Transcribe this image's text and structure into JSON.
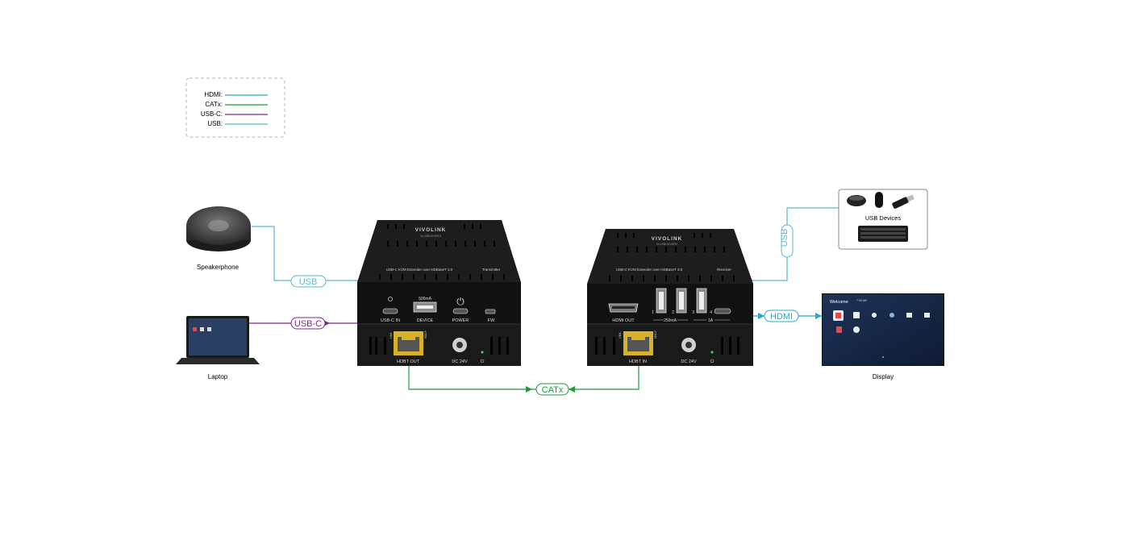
{
  "legend": {
    "items": [
      {
        "label": "HDMI:",
        "color": "#2aa8c7"
      },
      {
        "label": "CATx:",
        "color": "#1d9a3f"
      },
      {
        "label": "USB-C:",
        "color": "#7a2a8c"
      },
      {
        "label": "USB:",
        "color": "#53b9cf"
      }
    ]
  },
  "devices": {
    "speakerphone": "Speakerphone",
    "laptop": "Laptop",
    "display": "Display",
    "usb_devices": "USB Devices"
  },
  "cables": {
    "usb_left": "USB",
    "usbc": "USB-C",
    "catx": "CATx",
    "hdmi": "HDMI",
    "usb_right": "USB"
  },
  "transmitter": {
    "brand": "VIVOLINK",
    "model": "VLUSBCKVMTX",
    "desc": "USB-C KVM Extender over HDBaseT 3.0",
    "role": "Transmitter",
    "ports": {
      "usbc_in": "USB-C IN",
      "device": "DEVICE",
      "device_current": "500mA",
      "power": "POWER",
      "fw": "FW",
      "hdbt_out": "HDBT OUT",
      "dc": "DC 24V",
      "link": "LINK",
      "hdcp": "HDCP"
    }
  },
  "receiver": {
    "brand": "VIVOLINK",
    "model": "VLUSBCKVMRX",
    "desc": "USB-C KVM Extender over HDBaseT 3.0",
    "role": "Receiver",
    "ports": {
      "hdmi_out": "HDMI OUT",
      "usb_nums": [
        "1",
        "2",
        "3",
        "4"
      ],
      "current_250": "250mA",
      "current_1a": "1A",
      "hdbt_in": "HDBT IN",
      "dc": "DC 24V",
      "link": "LINK",
      "hdcp": "HDCP"
    }
  },
  "display_screen": {
    "welcome": "Welcome",
    "time": "7:39 AM"
  },
  "colors": {
    "hdmi": "#2aa8c7",
    "catx": "#1d9a3f",
    "usbc": "#7a2a8c",
    "usb": "#53b9cf",
    "device_body": "#1a1a1a"
  }
}
